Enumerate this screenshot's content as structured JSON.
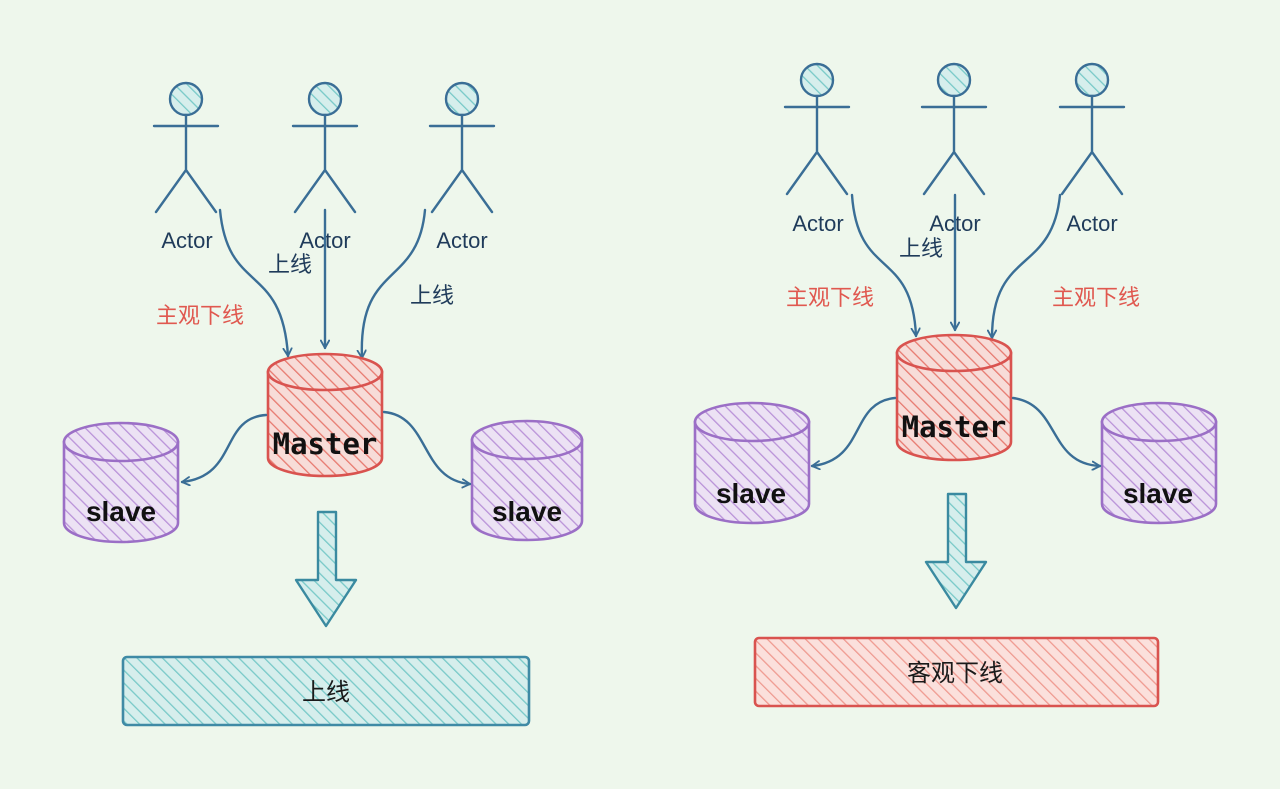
{
  "colors": {
    "background": "#eef7ec",
    "master": "#d9534f",
    "slave": "#9b6fc6",
    "online": "#5fbfc0",
    "subjective": "#e0584f",
    "line": "#3a6e96"
  },
  "left_panel": {
    "actors": [
      {
        "label": "Actor"
      },
      {
        "label": "Actor"
      },
      {
        "label": "Actor"
      }
    ],
    "online_labels": [
      "上线",
      "上线"
    ],
    "subjective_label": "主观下线",
    "master_label": "Master",
    "slaves": [
      {
        "label": "slave"
      },
      {
        "label": "slave"
      }
    ],
    "result_bar_label": "上线"
  },
  "right_panel": {
    "actors": [
      {
        "label": "Actor"
      },
      {
        "label": "Actor"
      },
      {
        "label": "Actor"
      }
    ],
    "online_label": "上线",
    "subjective_labels": [
      "主观下线",
      "主观下线"
    ],
    "master_label": "Master",
    "slaves": [
      {
        "label": "slave"
      },
      {
        "label": "slave"
      }
    ],
    "result_bar_label": "客观下线"
  }
}
